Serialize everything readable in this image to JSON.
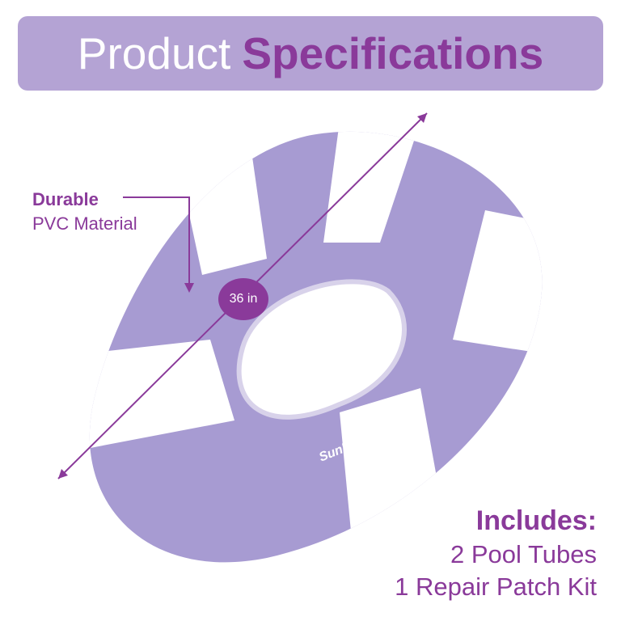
{
  "banner": {
    "title_regular": "Product",
    "title_bold": "Specifications"
  },
  "callout": {
    "line1": "Durable",
    "line2": "PVC Material"
  },
  "dimension": {
    "label": "36 in"
  },
  "brand": {
    "logo_text": "Sun'sOut"
  },
  "includes": {
    "heading": "Includes:",
    "items": [
      "2 Pool Tubes",
      "1 Repair Patch Kit"
    ]
  },
  "colors": {
    "banner_bg": "#b4a3d4",
    "accent_purple": "#8a3a9a",
    "tube_purple": "#a79bd2",
    "tube_white": "#ffffff"
  }
}
